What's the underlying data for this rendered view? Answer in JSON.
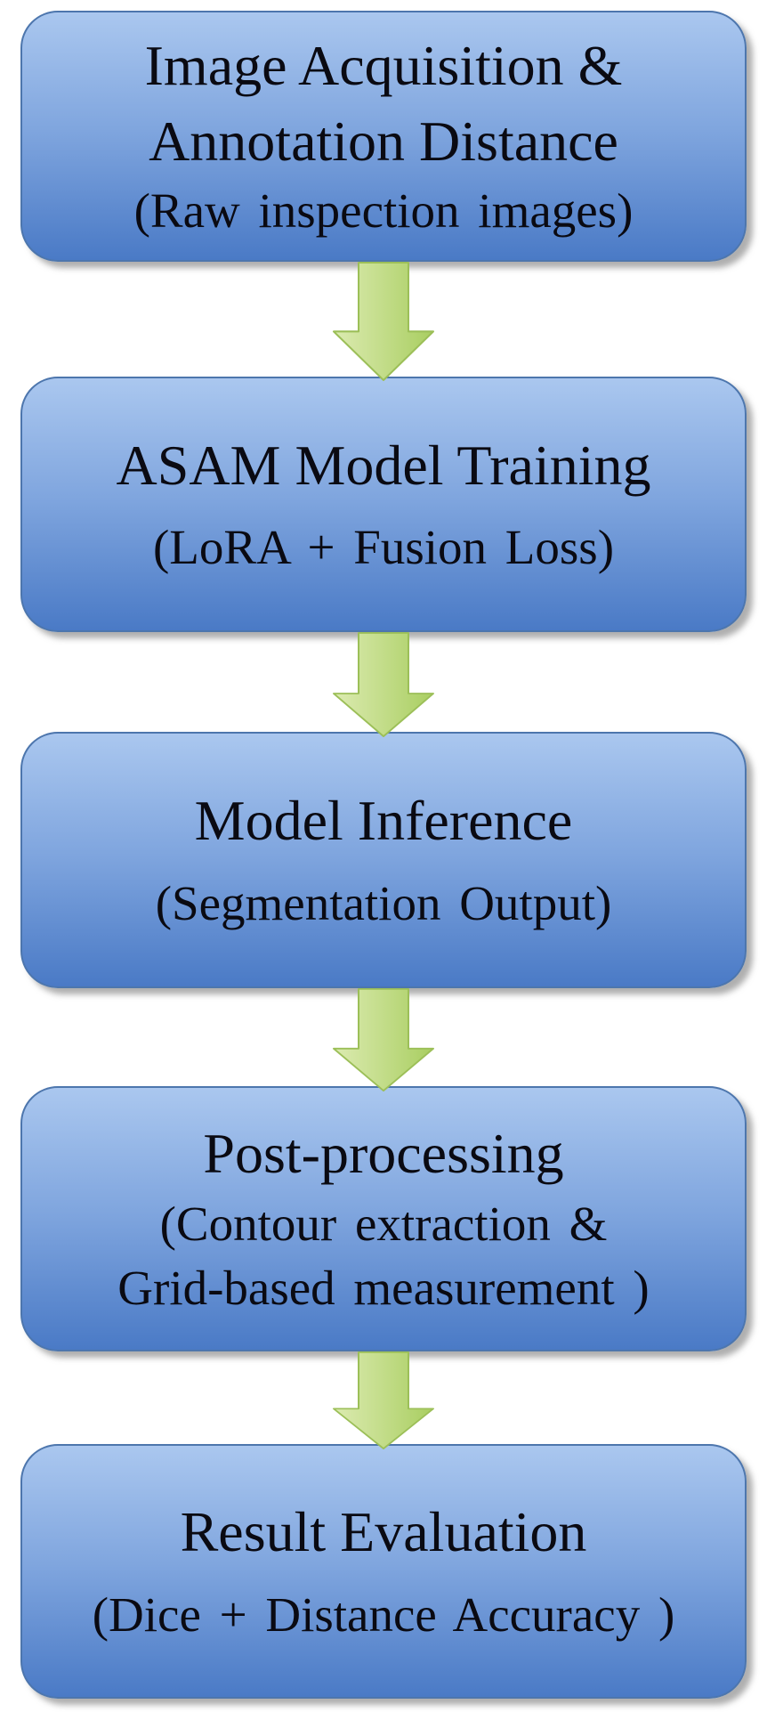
{
  "figure": {
    "type": "flowchart",
    "direction": "top-to-bottom",
    "boxes": [
      {
        "id": "image-acquisition",
        "title_line1": "Image Acquisition &",
        "title_line2": "Annotation Distance",
        "subtitle": "(Raw inspection images)"
      },
      {
        "id": "asam-model-training",
        "title": "ASAM Model Training",
        "subtitle": "(LoRA + Fusion Loss)"
      },
      {
        "id": "model-inference",
        "title": "Model Inference",
        "subtitle": "(Segmentation Output)"
      },
      {
        "id": "post-processing",
        "title": "Post-processing",
        "subtitle_line1": "(Contour extraction &",
        "subtitle_line2": "Grid-based measurement )"
      },
      {
        "id": "result-evaluation",
        "title": "Result Evaluation",
        "subtitle": "(Dice + Distance Accuracy )"
      }
    ],
    "connectors": [
      {
        "from": "image-acquisition",
        "to": "asam-model-training",
        "shape": "down-arrow"
      },
      {
        "from": "asam-model-training",
        "to": "model-inference",
        "shape": "down-arrow"
      },
      {
        "from": "model-inference",
        "to": "post-processing",
        "shape": "down-arrow"
      },
      {
        "from": "post-processing",
        "to": "result-evaluation",
        "shape": "down-arrow"
      }
    ],
    "colors": {
      "page_bg": "#ffffff",
      "box_gradient_top": "#aac7ef",
      "box_gradient_bottom": "#4a7ac6",
      "box_border": "#4d76ad",
      "arrow_gradient_light": "#dcebb1",
      "arrow_gradient_dark": "#a9ce61",
      "arrow_border": "#9cbf58",
      "text": "#0a0a12"
    }
  }
}
